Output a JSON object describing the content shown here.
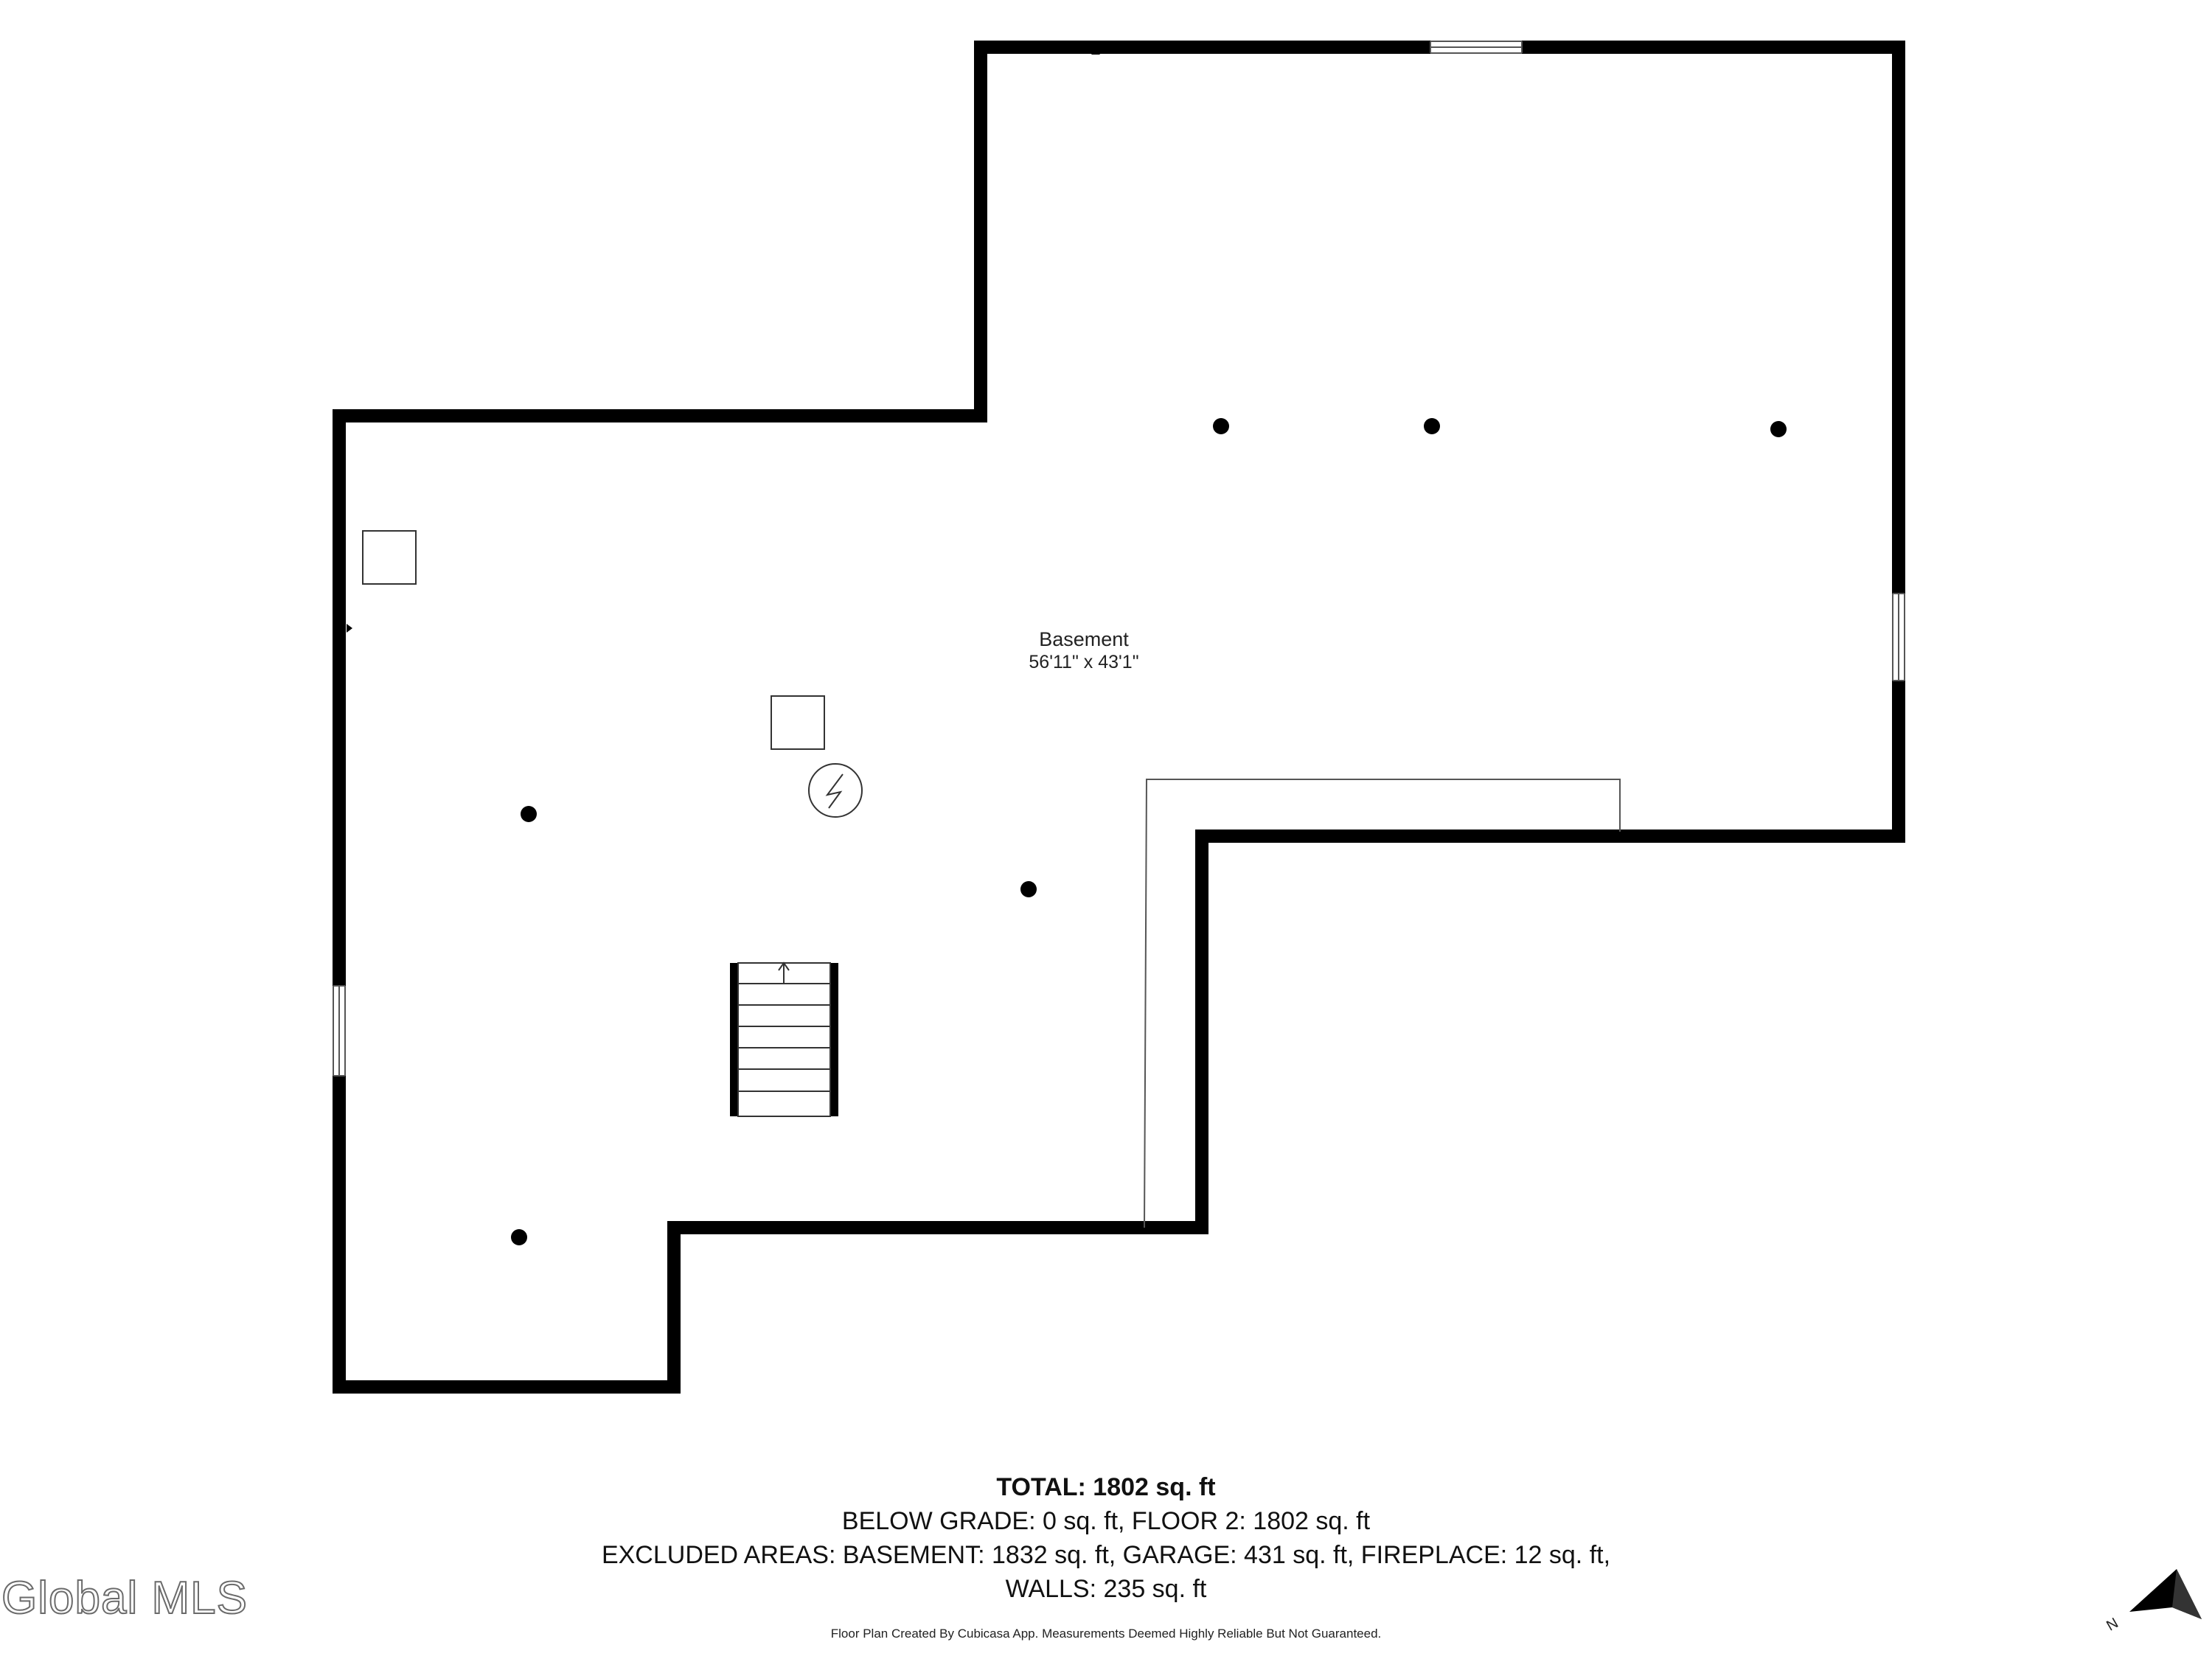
{
  "room": {
    "name": "Basement",
    "dimensions": "56'11\" x 43'1\""
  },
  "summary": {
    "total": "TOTAL: 1802 sq. ft",
    "below_grade": "BELOW GRADE: 0 sq. ft, FLOOR 2: 1802 sq. ft",
    "excluded": "EXCLUDED AREAS: BASEMENT: 1832 sq. ft, GARAGE: 431 sq. ft, FIREPLACE: 12 sq. ft,",
    "walls": "WALLS: 235 sq. ft"
  },
  "credit": "Floor Plan Created By Cubicasa App. Measurements Deemed Highly Reliable But Not Guaranteed.",
  "logo": "Global MLS",
  "compass": {
    "label": "N",
    "icon": "north-arrow-icon"
  },
  "icons": {
    "panel": "electrical-panel-icon",
    "stairs": "stairs-icon",
    "posts": "support-post-icon"
  },
  "colors": {
    "walls": "#000000",
    "background": "#ffffff",
    "logo_outline": "#6b6b6b"
  }
}
